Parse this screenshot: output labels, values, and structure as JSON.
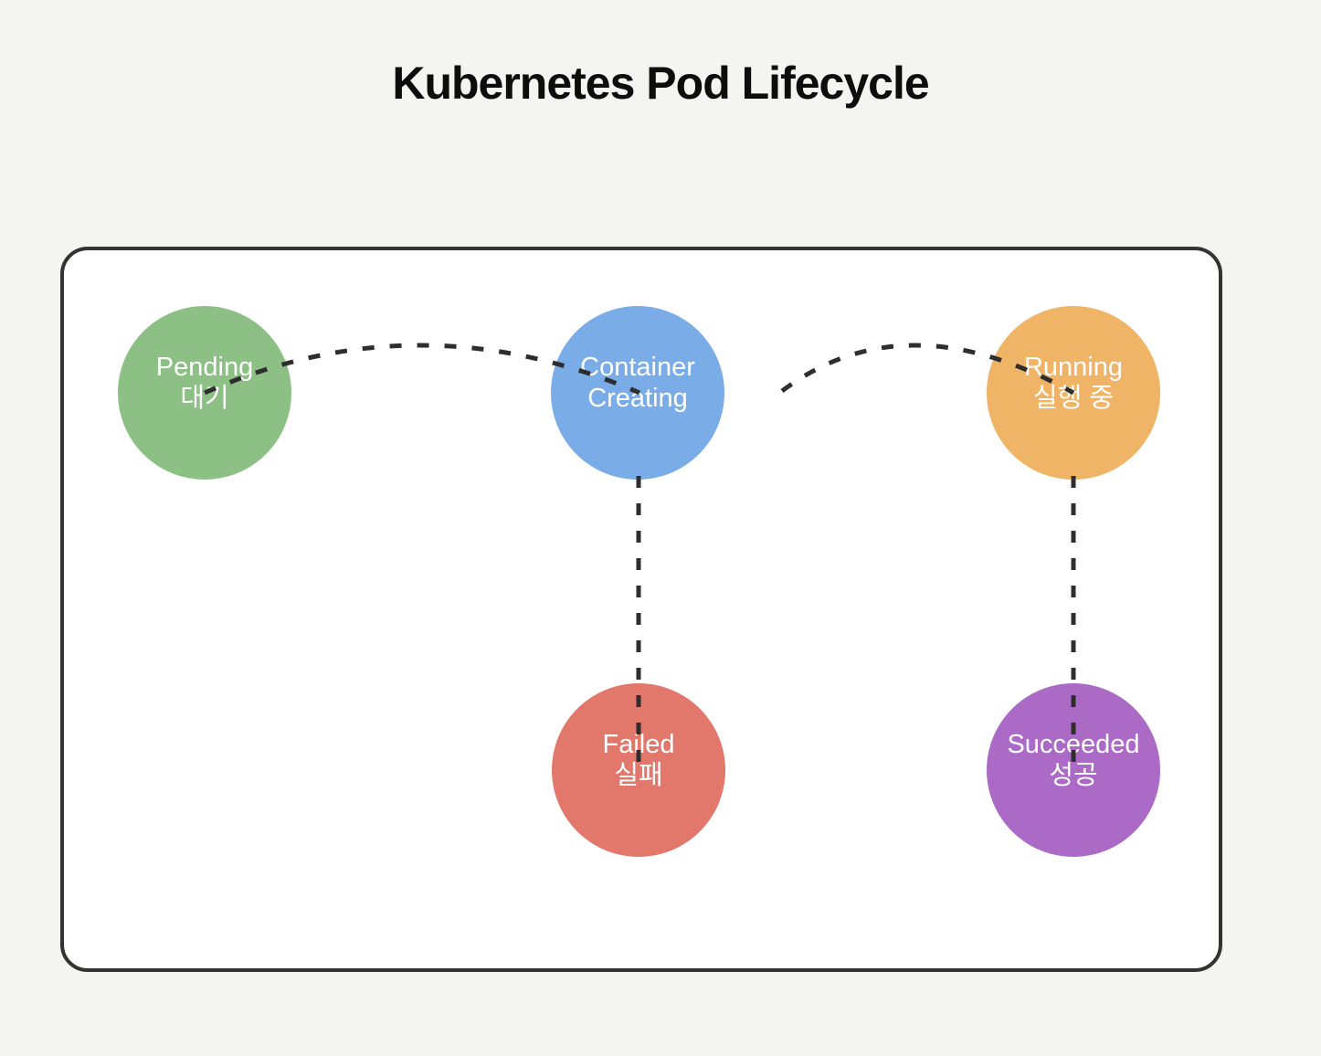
{
  "title": "Kubernetes Pod Lifecycle",
  "colors": {
    "page_background": "#F4F4F3",
    "card_background": "#FFFFFF",
    "card_border": "#333333",
    "edge_stroke": "#2E2E2E",
    "title_text": "#0D0D0D",
    "node_text": "#FFFFFF"
  },
  "diagram": {
    "nodes": [
      {
        "id": "pending",
        "line1": "Pending",
        "line2": "대기",
        "color": "#8CC084"
      },
      {
        "id": "container-creating",
        "line1": "Container",
        "line2": "Creating",
        "color": "#7AADE8"
      },
      {
        "id": "running",
        "line1": "Running",
        "line2": "실행 중",
        "color": "#F0B467"
      },
      {
        "id": "failed",
        "line1": "Failed",
        "line2": "실패",
        "color": "#E2786C"
      },
      {
        "id": "succeeded",
        "line1": "Succeeded",
        "line2": "성공",
        "color": "#AB6AC5"
      }
    ],
    "edges": [
      {
        "from": "pending",
        "to": "container-creating",
        "style": "dashed",
        "shape": "curved",
        "arrowhead": "none"
      },
      {
        "from": "container-creating",
        "to": "running",
        "style": "dashed",
        "shape": "curved",
        "arrowhead": "none"
      },
      {
        "from": "container-creating",
        "to": "failed",
        "style": "dashed",
        "shape": "straight",
        "arrowhead": "none"
      },
      {
        "from": "running",
        "to": "succeeded",
        "style": "dashed",
        "shape": "straight",
        "arrowhead": "none"
      }
    ]
  }
}
